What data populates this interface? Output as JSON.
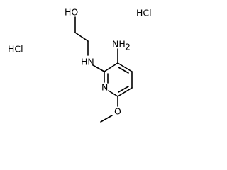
{
  "molecule": {
    "atoms": {
      "hydroxyl": "HO",
      "amine_secondary": "HN",
      "amine_primary": "NH",
      "amine_primary_subscript": "2",
      "ring_nitrogen": "N",
      "ether_oxygen": "O"
    },
    "counterions": {
      "top_right": "HCl",
      "left": "HCl"
    }
  }
}
